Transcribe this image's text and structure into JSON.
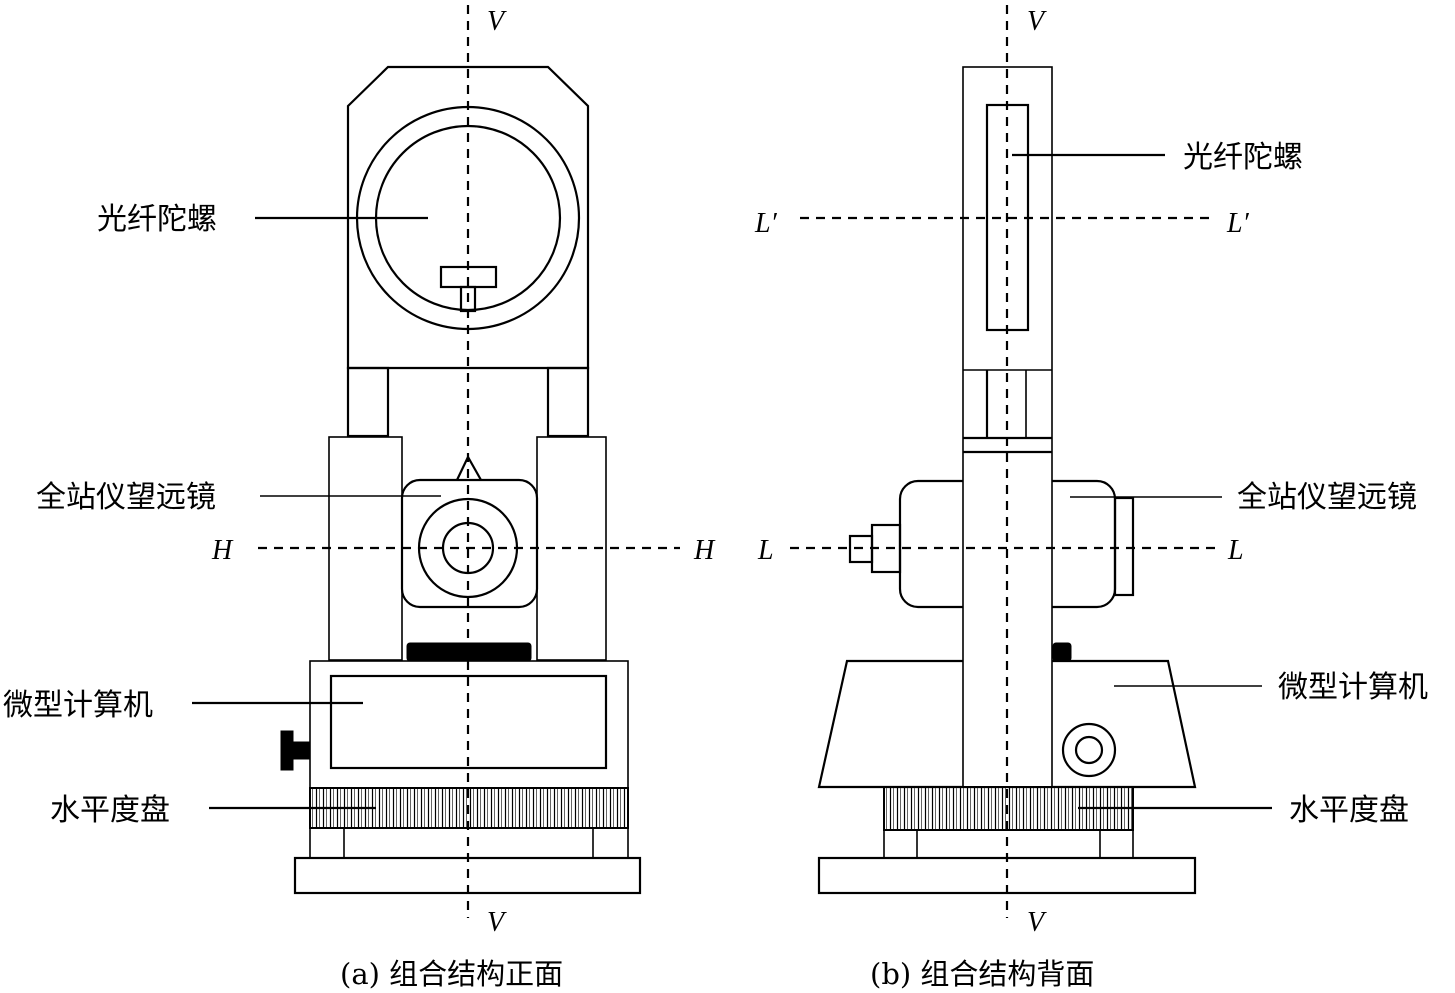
{
  "figure": {
    "front": {
      "caption": "(a) 组合结构正面",
      "labels": {
        "gyro": "光纤陀螺",
        "telescope": "全站仪望远镜",
        "computer": "微型计算机",
        "dial": "水平度盘"
      },
      "axes": {
        "v_top": "V",
        "v_bottom": "V",
        "h_left": "H",
        "h_right": "H"
      }
    },
    "back": {
      "caption": "(b) 组合结构背面",
      "labels": {
        "gyro": "光纤陀螺",
        "telescope": "全站仪望远镜",
        "computer": "微型计算机",
        "dial": "水平度盘"
      },
      "axes": {
        "v_top": "V",
        "v_bottom": "V",
        "lp_left": "L′",
        "lp_right": "L′",
        "l_left": "L",
        "l_right": "L"
      }
    }
  }
}
